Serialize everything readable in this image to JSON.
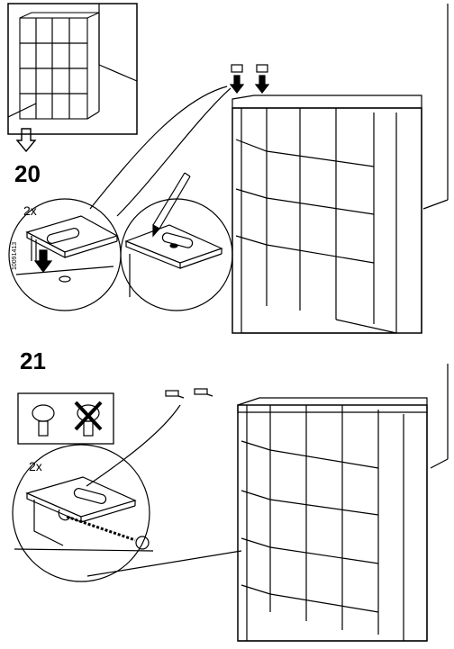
{
  "steps": [
    {
      "number": "20",
      "quantity": "2x",
      "part_code": "10091413"
    },
    {
      "number": "21",
      "quantity": "2x"
    }
  ],
  "icons": {
    "arrow": "down-outline-arrow-icon",
    "cross": "prohibited-cross-icon"
  },
  "colors": {
    "ink": "#000000",
    "paper": "#ffffff"
  }
}
